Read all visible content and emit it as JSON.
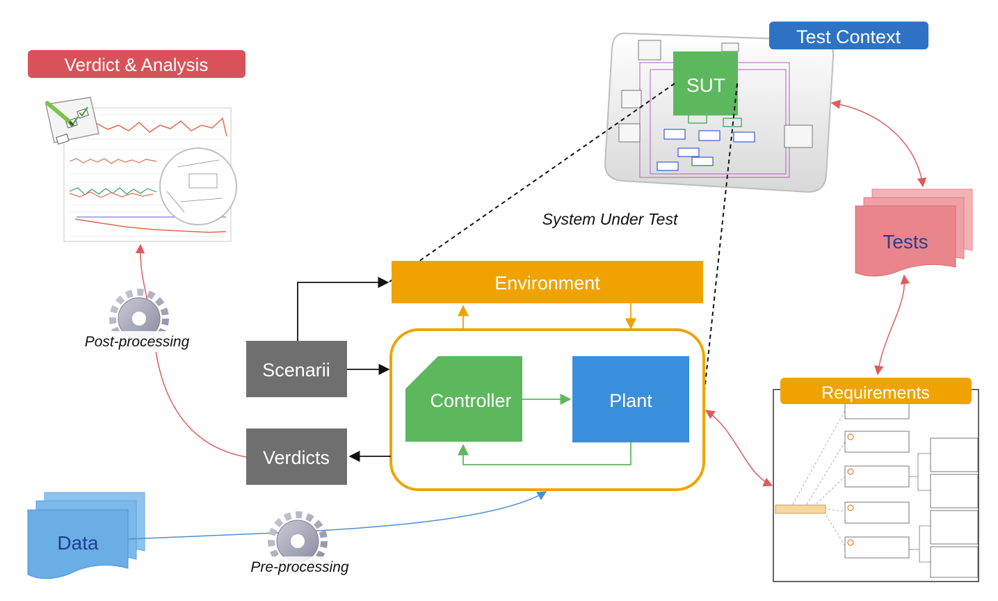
{
  "labels": {
    "verdict_analysis": "Verdict & Analysis",
    "test_context": "Test Context",
    "sut": "SUT",
    "system_under_test": "System Under Test",
    "environment": "Environment",
    "scenarii": "Scenarii",
    "verdicts": "Verdicts",
    "controller": "Controller",
    "plant": "Plant",
    "tests": "Tests",
    "requirements": "Requirements",
    "data": "Data",
    "post_processing": "Post-processing",
    "pre_processing": "Pre-processing"
  },
  "colors": {
    "red_header": "#d9525a",
    "blue_header": "#2f72c4",
    "orange": "#f0a300",
    "gray_box": "#6f6f6f",
    "green": "#5cb85c",
    "blue_box": "#3a8fdc",
    "tests_pink": "#e8868c",
    "data_blue": "#6aaee6",
    "arrow_red": "#e05a5a",
    "arrow_blue": "#4a8fd0"
  },
  "icons": {
    "post_processing": "gear-icon",
    "pre_processing": "gear-icon",
    "verdict_document": "checklist-icon"
  }
}
